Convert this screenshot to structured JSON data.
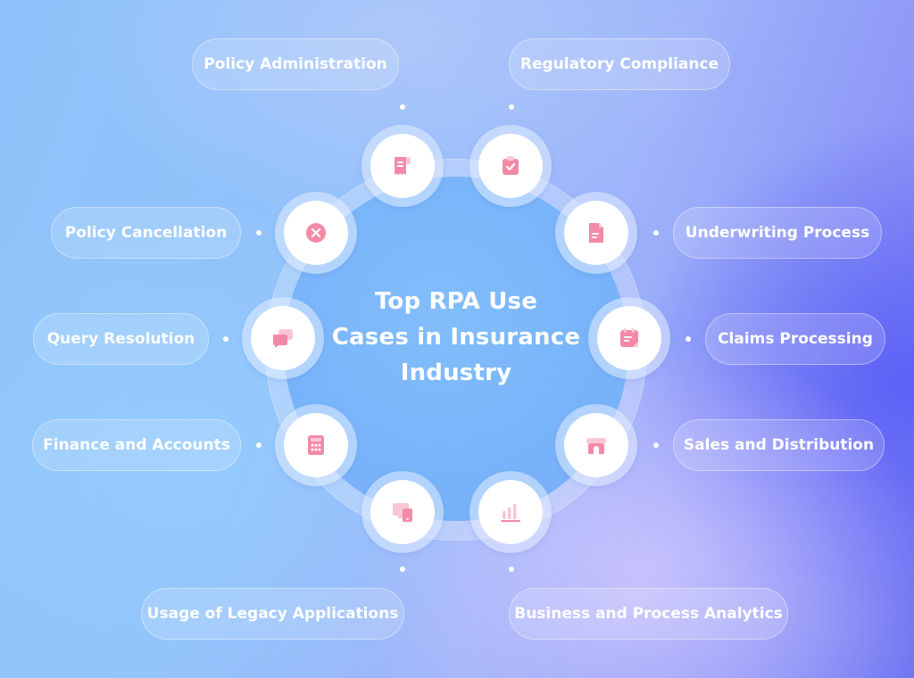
{
  "title_lines": [
    "Top RPA Use",
    "Cases in Insurance",
    "Industry"
  ],
  "use_cases": [
    {
      "label": "Policy Administration",
      "icon": "receipt-icon"
    },
    {
      "label": "Regulatory Compliance",
      "icon": "clipboard-check-icon"
    },
    {
      "label": "Policy Cancellation",
      "icon": "cancel-x-icon"
    },
    {
      "label": "Underwriting Process",
      "icon": "document-icon"
    },
    {
      "label": "Query Resolution",
      "icon": "chat-bubbles-icon"
    },
    {
      "label": "Claims Processing",
      "icon": "calendar-note-icon"
    },
    {
      "label": "Finance and Accounts",
      "icon": "calculator-icon"
    },
    {
      "label": "Sales and Distribution",
      "icon": "storefront-icon"
    },
    {
      "label": "Usage of Legacy Applications",
      "icon": "desktop-mobile-icon"
    },
    {
      "label": "Business and Process Analytics",
      "icon": "bar-chart-icon"
    }
  ],
  "colors": {
    "icon_primary": "#f28aa6",
    "icon_light": "#fbc6d4",
    "text": "#ffffff"
  }
}
